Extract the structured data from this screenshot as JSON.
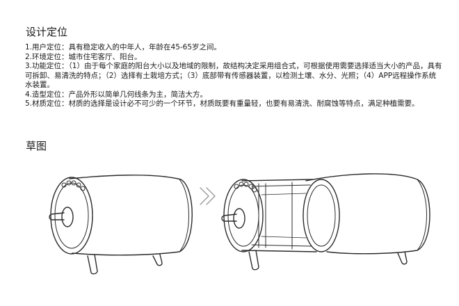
{
  "title": "设计定位",
  "items": [
    "1.用户定位：具有稳定收入的中年人，年龄在45-65岁之间。",
    "2.环境定位：城市住宅客厅、阳台。",
    "3.功能定位：（1）由于每个家庭的阳台大小以及地域的限制，故结构决定采用组合式，可根据使用需要选择适当大小的产品，具有可拆卸、易清洗的特点；（2）选择有土栽培方式；（3）底部带有传感器装置，以检测土壤、水分、光照；（4）APP远程操作系统",
    "水装置。",
    "4.造型定位：产品外形以简单几何线条为主，简洁大方。",
    "5.材质定位：材质的选择是设计必不可少的一个环节，材质既要有重量轻，也要有易清洗、耐腐蚀等特点，满足种植需要。"
  ],
  "sketch_heading": "草图",
  "colors": {
    "text": "#1a1a1a",
    "line": "#2a2a2a",
    "arrow": "#9a9a9a",
    "background": "#ffffff"
  }
}
